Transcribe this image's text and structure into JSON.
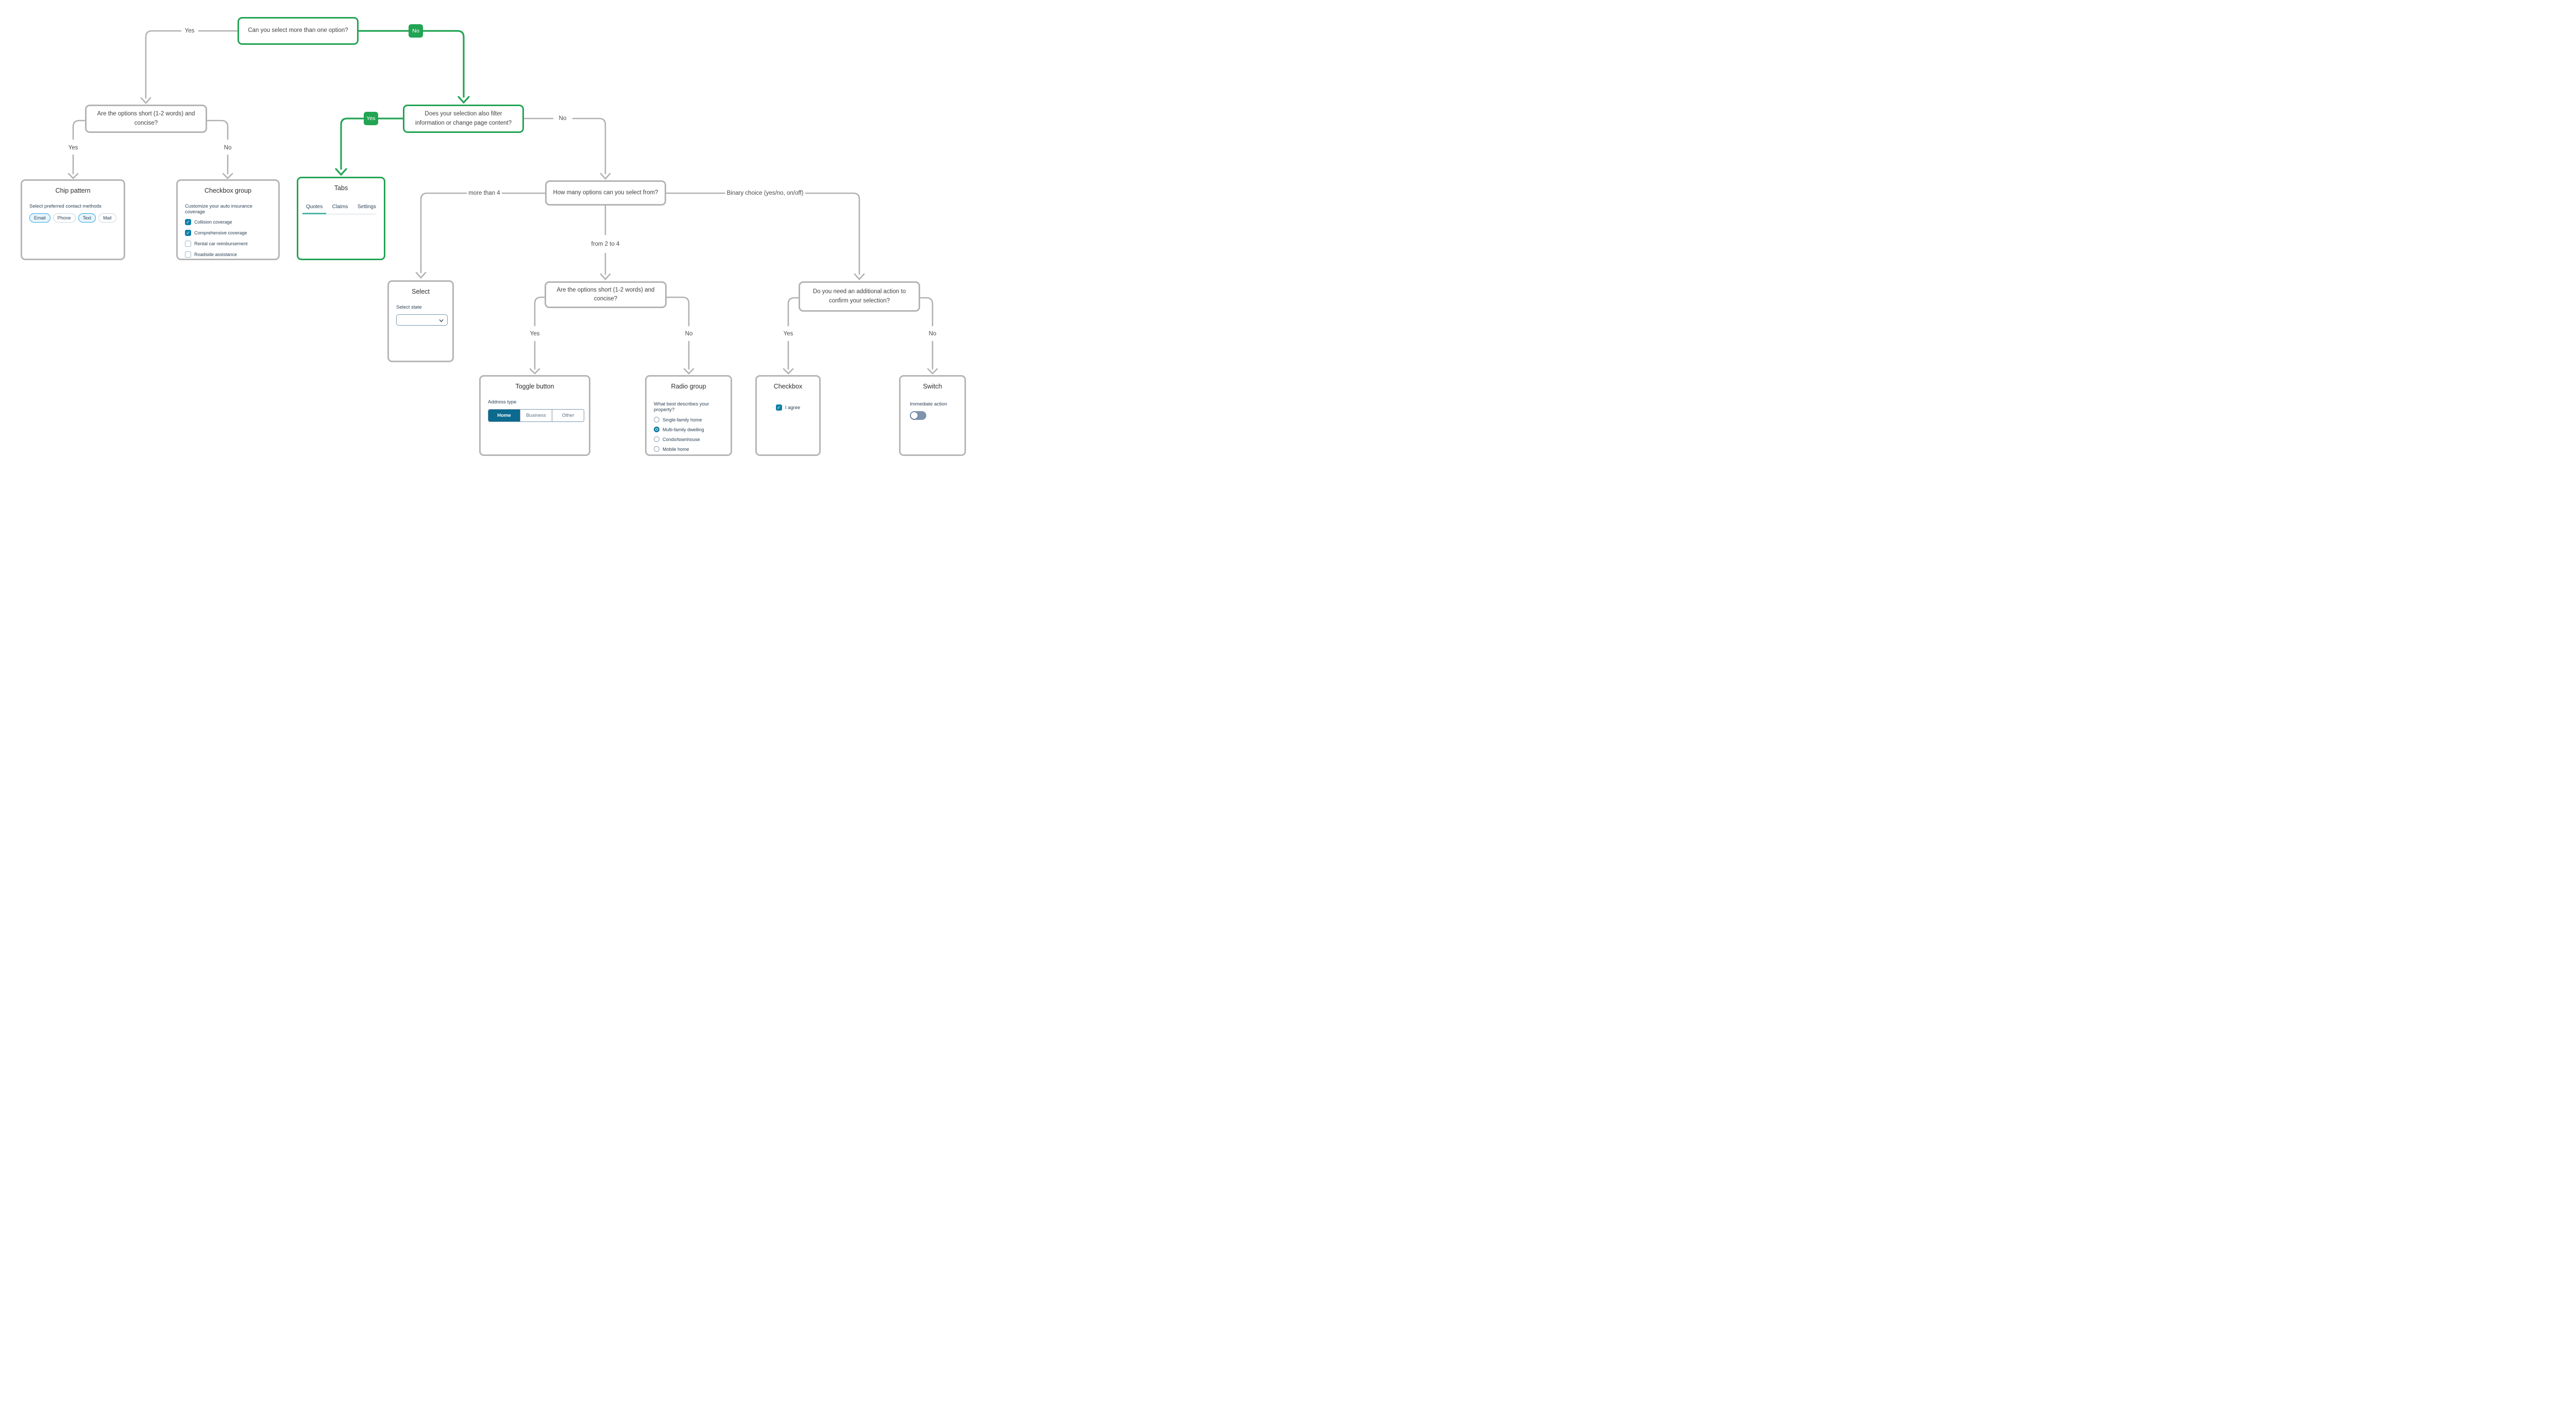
{
  "colors": {
    "highlight_green": "#22a453",
    "line_gray": "#b1b1b1",
    "teal_accent": "#0f7fa8",
    "toggle_selected_bg": "#0b6a8e",
    "tab_underline": "#4db6a9",
    "chip_selected_bg": "#e8f5fc",
    "chip_selected_border": "#2ba7de",
    "switch_track_off": "#7e94ae"
  },
  "flow": {
    "questions": {
      "multi_select": "Can you select more than one option?",
      "filters_content": "Does your selection also filter information or change page content?",
      "short_options_1": "Are the options short (1-2 words) and concise?",
      "how_many_options": "How many options can you select from?",
      "short_options_2": "Are the options short (1-2 words) and concise?",
      "confirm_action": "Do you need an additional action to confirm your selection?"
    },
    "labels": {
      "yes": "Yes",
      "no": "No",
      "more_than_4": "more than 4",
      "from_2_to_4": "from 2 to 4",
      "binary_choice": "Binary choice (yes/no, on/off)"
    },
    "badges": {
      "no": "No",
      "yes": "Yes"
    }
  },
  "cards": {
    "chip": {
      "title": "Chip pattern",
      "label": "Select preferred contact methods",
      "chips": [
        {
          "label": "Email",
          "selected": true
        },
        {
          "label": "Phone",
          "selected": false
        },
        {
          "label": "Text",
          "selected": true
        },
        {
          "label": "Mail",
          "selected": false
        }
      ]
    },
    "checkbox_group": {
      "title": "Checkbox group",
      "label": "Customize your auto insurance coverage",
      "options": [
        {
          "label": "Collision coverage",
          "checked": true
        },
        {
          "label": "Comprehensive coverage",
          "checked": true
        },
        {
          "label": "Rental car reimbursement",
          "checked": false
        },
        {
          "label": "Roadside assistance",
          "checked": false
        }
      ]
    },
    "tabs": {
      "title": "Tabs",
      "tabs": [
        {
          "label": "Quotes",
          "active": true
        },
        {
          "label": "Claims",
          "active": false
        },
        {
          "label": "Settings",
          "active": false
        }
      ]
    },
    "select": {
      "title": "Select",
      "label": "Select state",
      "value": ""
    },
    "toggle": {
      "title": "Toggle button",
      "label": "Address type",
      "options": [
        {
          "label": "Home",
          "selected": true
        },
        {
          "label": "Business",
          "selected": false
        },
        {
          "label": "Other",
          "selected": false
        }
      ]
    },
    "radio": {
      "title": "Radio group",
      "label": "What best describes your property?",
      "options": [
        {
          "label": "Single-family home",
          "selected": false
        },
        {
          "label": "Multi-family dwelling",
          "selected": true
        },
        {
          "label": "Condo/townhouse",
          "selected": false
        },
        {
          "label": "Mobile home",
          "selected": false
        }
      ]
    },
    "checkbox": {
      "title": "Checkbox",
      "option": {
        "label": "I agree",
        "checked": true
      }
    },
    "switch": {
      "title": "Switch",
      "label": "Immediate action",
      "on": false
    }
  }
}
